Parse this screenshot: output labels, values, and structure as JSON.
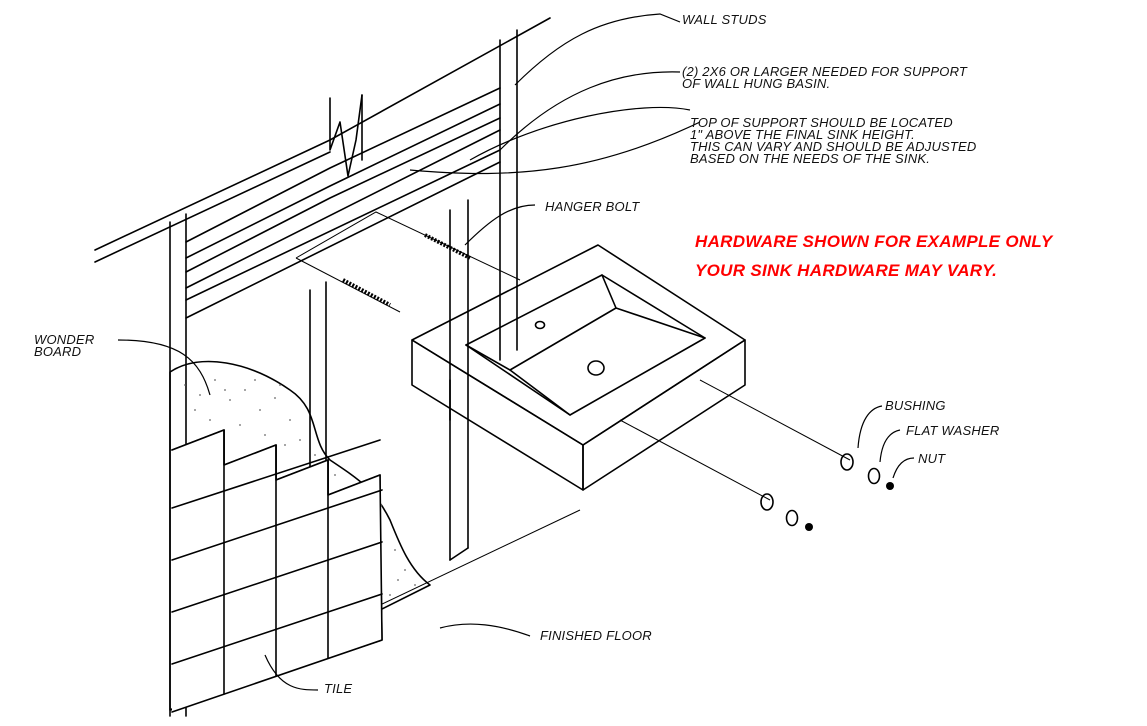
{
  "labels": {
    "wall_studs": "WALL STUDS",
    "support_line1": "(2) 2X6 OR LARGER NEEDED FOR SUPPORT",
    "support_line2": "OF WALL HUNG BASIN.",
    "top_line1": "TOP OF SUPPORT SHOULD BE LOCATED",
    "top_line2": "1\" ABOVE THE FINAL SINK HEIGHT.",
    "top_line3": "THIS CAN VARY AND SHOULD BE ADJUSTED",
    "top_line4": "BASED ON THE NEEDS OF THE SINK.",
    "hanger_bolt": "HANGER BOLT",
    "wonder_board_line1": "WONDER",
    "wonder_board_line2": "BOARD",
    "bushing": "BUSHING",
    "flat_washer": "FLAT WASHER",
    "nut": "NUT",
    "finished_floor": "FINISHED FLOOR",
    "tile": "TILE"
  },
  "note": {
    "line1": "HARDWARE SHOWN FOR EXAMPLE ONLY",
    "line2": "YOUR SINK HARDWARE MAY VARY.",
    "color": "#ff0000"
  }
}
